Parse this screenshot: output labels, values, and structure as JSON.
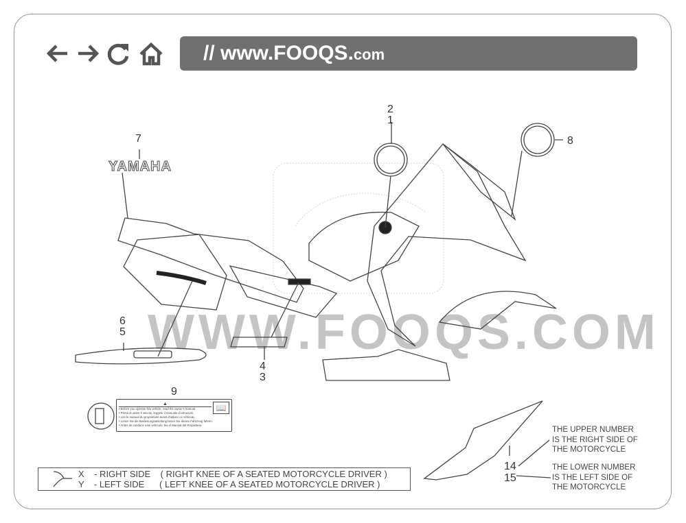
{
  "nav": {
    "icons": [
      "back-arrow-icon",
      "forward-arrow-icon",
      "refresh-icon",
      "home-icon"
    ]
  },
  "url": {
    "prefix": "// www.FOOQS.",
    "suffix": "com"
  },
  "watermark": "WWW.FOOQS.COM",
  "logo_text": "YAMAHA",
  "callouts": {
    "n1": "1",
    "n2": "2",
    "n3": "3",
    "n4": "4",
    "n5": "5",
    "n6": "6",
    "n7": "7",
    "n8": "8",
    "n9": "9",
    "n14": "14",
    "n15": "15"
  },
  "notes": {
    "upper": [
      "THE UPPER NUMBER",
      "IS THE RIGHT SIDE OF",
      "THE MOTORCYCLE"
    ],
    "lower": [
      "THE LOWER NUMBER",
      "IS THE LEFT SIDE OF",
      "THE MOTORCYCLE"
    ]
  },
  "warning_label": {
    "symbol": "▲",
    "lines": [
      "• Before you operate this vehicle, read the owner's manual.",
      "• Prima di usare il veicolo, leggete il manuale di istruzioni.",
      "• Lire le manuel du propriétaire avant d'utiliser ce véhicule.",
      "• Lesen Sie die Bedienungsanleitung bevor Sie dieses Fahrzeug fahren.",
      "• Antes de conducir este vehículo, lea el Manual del Propietario."
    ]
  },
  "legend": {
    "x": "X    - RIGHT SIDE    ( RIGHT KNEE OF A SEATED MOTORCYCLE DRIVER )",
    "y": "Y    - LEFT SIDE      ( LEFT KNEE OF A SEATED MOTORCYCLE DRIVER )"
  },
  "colors": {
    "url_bar": "#707070",
    "line": "#444444"
  }
}
